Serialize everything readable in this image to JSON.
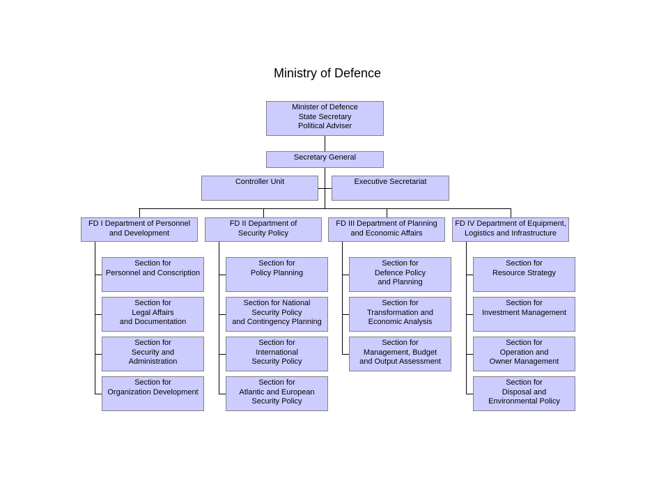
{
  "title": "Ministry of Defence",
  "colors": {
    "box_fill": "#ccccff",
    "box_border": "#808080",
    "line": "#000000"
  },
  "top": {
    "minister": "Minister of Defence\nState Secretary\nPolitical Adviser",
    "secretary_general": "Secretary General"
  },
  "staff": {
    "controller_unit": "Controller Unit",
    "executive_secretariat": "Executive Secretariat"
  },
  "departments": [
    {
      "label": "FD I Department of Personnel\nand Development",
      "sections": [
        "Section for\nPersonnel and Conscription",
        "Section for\nLegal Affairs\nand Documentation",
        "Section for\nSecurity and\nAdministration",
        "Section for\nOrganization Development"
      ]
    },
    {
      "label": "FD II Department of\nSecurity Policy",
      "sections": [
        "Section for\nPolicy Planning",
        "Section for National\nSecurity Policy\nand Contingency Planning",
        "Section for\nInternational\nSecurity Policy",
        "Section for\nAtlantic and European\nSecurity Policy"
      ]
    },
    {
      "label": "FD III Department of Planning\nand Economic Affairs",
      "sections": [
        "Section for\nDefence Policy\nand Planning",
        "Section for\nTransformation and\nEconomic Analysis",
        "Section for\nManagement, Budget\nand Output Assessment"
      ]
    },
    {
      "label": "FD IV Department of Equipment,\nLogistics and Infrastructure",
      "sections": [
        "Section for\nResource Strategy",
        "Section for\nInvestment Management",
        "Section for\nOperation and\nOwner Management",
        "Section for\nDisposal and\nEnvironmental Policy"
      ]
    }
  ]
}
